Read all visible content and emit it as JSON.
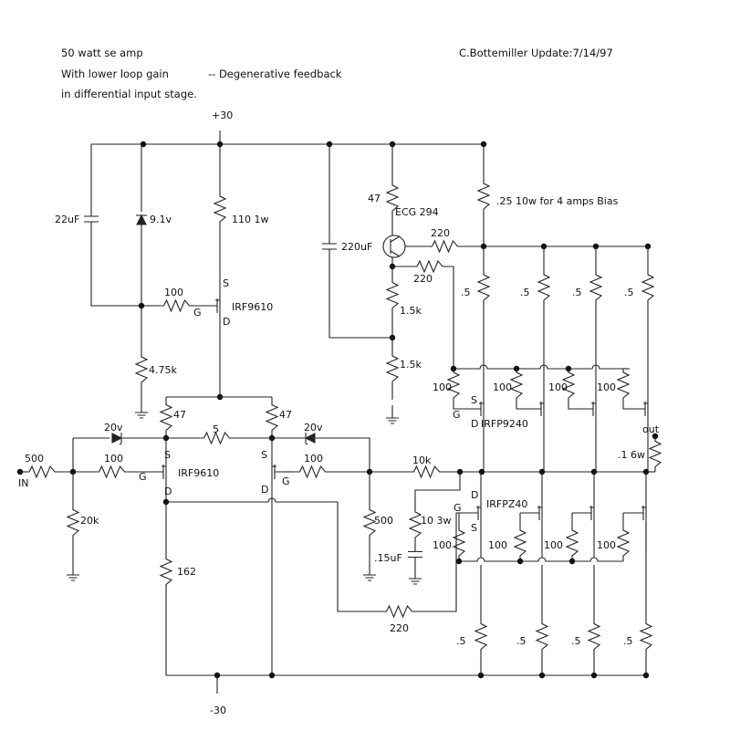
{
  "header": {
    "title": "50 watt se amp",
    "line2": "With lower loop gain",
    "line2b": "-- Degenerative feedback",
    "line3": "in differential input stage.",
    "author": "C.Bottemiller Update:7/14/97"
  },
  "rails": {
    "positive": "+30",
    "negative": "-30"
  },
  "labels": {
    "c_22uf": "22uF",
    "z_9v1": "9.1v",
    "r_110": "110 1w",
    "r_100_bias": "100",
    "q_irf9610_top": "IRF9610",
    "pin_s": "S",
    "pin_g": "G",
    "pin_d": "D",
    "r_475k": "4.75k",
    "r_47a": "47",
    "r_47b": "47",
    "z_20v_a": "20v",
    "z_20v_b": "20v",
    "r_5": "5",
    "r_500_in": "500",
    "in": "IN",
    "r_100_a": "100",
    "r_100_b": "100",
    "q_irf9610_diff": "IRF9610",
    "r_20k": "20k",
    "r_500_fb": "500",
    "r_10k": "10k",
    "r_10_3w": "10 3w",
    "c_015": ".15uF",
    "r_162": "162",
    "r_220_fb": "220",
    "r_47_vbe": "47",
    "q_ecg": "ECG 294",
    "c_220uf": "220uF",
    "r_220_base": "220",
    "r_220_emit": "220",
    "r_15k_a": "1.5k",
    "r_15k_b": "1.5k",
    "r_025": ".25 10w  for 4 amps Bias",
    "r_05": ".5",
    "r_100_gate": "100",
    "q_irfp9240": "IRFP9240",
    "q_irfpz40": "IRFPZ40",
    "out": "out",
    "r_01": ".1 6w"
  }
}
